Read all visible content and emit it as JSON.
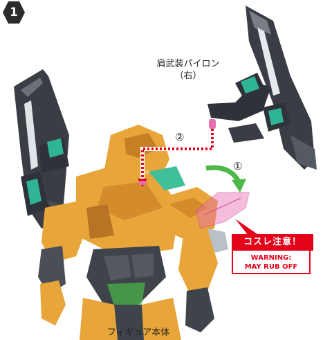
{
  "step": {
    "number": "1"
  },
  "labels": {
    "pylon_name": "肩武装パイロン",
    "pylon_side": "（右）",
    "figure_body": "フィギュア本体",
    "marker_1": "①",
    "marker_2": "②"
  },
  "caution": {
    "title": "コスレ注意！",
    "warning_line1": "WARNING:",
    "warning_line2": "MAY RUB OFF"
  },
  "colors": {
    "badge": "#2b2b2b",
    "caution_red": "#e4021b",
    "arrow_green": "#4cb848",
    "path_red": "#e4021b",
    "figure_orange": "#e8a53a",
    "armor_dark": "#3f434a",
    "accent_teal": "#3fbf9a",
    "highlight_pink": "#e76fb1"
  }
}
